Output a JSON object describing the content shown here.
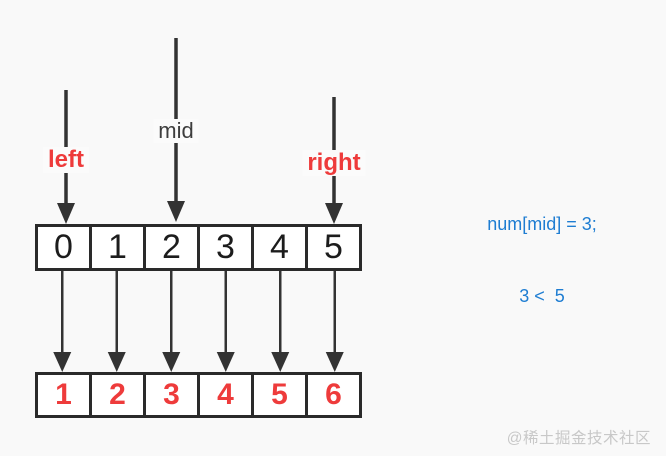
{
  "diagram": {
    "pointers": {
      "left_label": "left",
      "mid_label": "mid",
      "right_label": "right"
    },
    "index_row": [
      "0",
      "1",
      "2",
      "3",
      "4",
      "5"
    ],
    "value_row": [
      "1",
      "2",
      "3",
      "4",
      "5",
      "6"
    ],
    "annotation": {
      "line1": "num[mid] = 3;",
      "line2": "3 <  5"
    },
    "watermark": "@稀土掘金技术社区",
    "colors": {
      "background": "#f9f9f9",
      "pointer_red": "#ee3b3b",
      "mid_gray": "#3e3e3e",
      "annotation_blue": "#1e7dd2",
      "arrow_dark": "#333333",
      "box_border": "#2a2a2a",
      "box_fill": "#ffffff",
      "index_text": "#1c1c1c",
      "watermark_gray": "#c8c8c8"
    }
  }
}
